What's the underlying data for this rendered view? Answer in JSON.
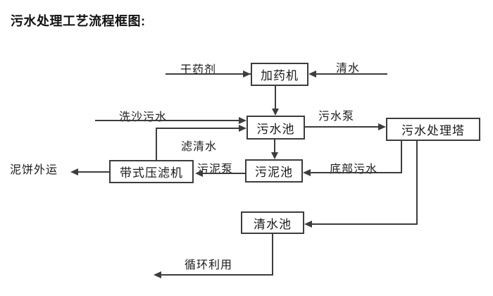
{
  "title": "污水处理工艺流程框图:",
  "diagram": {
    "nodes": {
      "dosing_machine": {
        "label": "加药机"
      },
      "sewage_pool": {
        "label": "污水池"
      },
      "treatment_tower": {
        "label": "污水处理塔"
      },
      "sludge_pool": {
        "label": "污泥池"
      },
      "belt_filter_press": {
        "label": "带式压滤机"
      },
      "clear_water_pool": {
        "label": "清水池"
      }
    },
    "flow_labels": {
      "dry_agent": "干药剂",
      "clean_water": "清水",
      "sand_wash_sewage": "洗沙污水",
      "sewage_pump": "污水泵",
      "filtered_water": "滤清水",
      "sludge_pump": "污泥泵",
      "bottom_sewage": "底部污水",
      "mud_cake_out": "泥饼外运",
      "recycling": "循环利用"
    },
    "colors": {
      "line": "#3d3d3d",
      "text": "#1a1a1a",
      "background": "#ffffff"
    }
  }
}
